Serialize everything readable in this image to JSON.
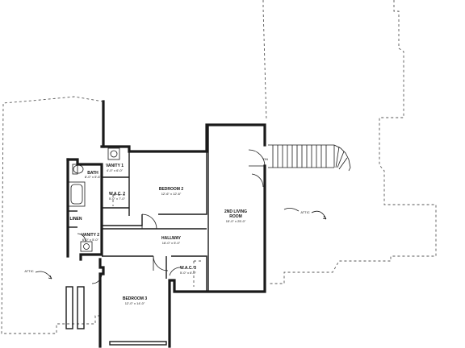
{
  "rooms": {
    "vanity1": {
      "name": "VANITY 1",
      "dims": "4'-0\" x 6'-0\""
    },
    "bath": {
      "name": "BATH",
      "dims": "8'-0\" x 5'-6\""
    },
    "wac2": {
      "name": "W.A.C. 2",
      "dims": "5'-0\" x 7'-0\""
    },
    "bedroom2": {
      "name": "BEDROOM 2",
      "dims": "12'-6\" x 12'-6\""
    },
    "living": {
      "name": "2ND LIVING",
      "name2": "ROOM",
      "dims": "15'-0\" x 25'-0\""
    },
    "linen": {
      "name": "LINEN"
    },
    "vanity2": {
      "name": "VANITY 2",
      "dims": "6'-0\" x 5'-0\""
    },
    "hallway": {
      "name": "HALLWAY",
      "dims": "16'-0\" x 5'-0\""
    },
    "wac3": {
      "name": "W.A.C. 3",
      "dims": "5'-0\" x 6'-0\""
    },
    "bedroom3": {
      "name": "BEDROOM 3",
      "dims": "12'-0\" x 14'-0\""
    }
  },
  "attic_labels": [
    "ATTIC",
    "ATTIC"
  ],
  "stair_label": "DN"
}
